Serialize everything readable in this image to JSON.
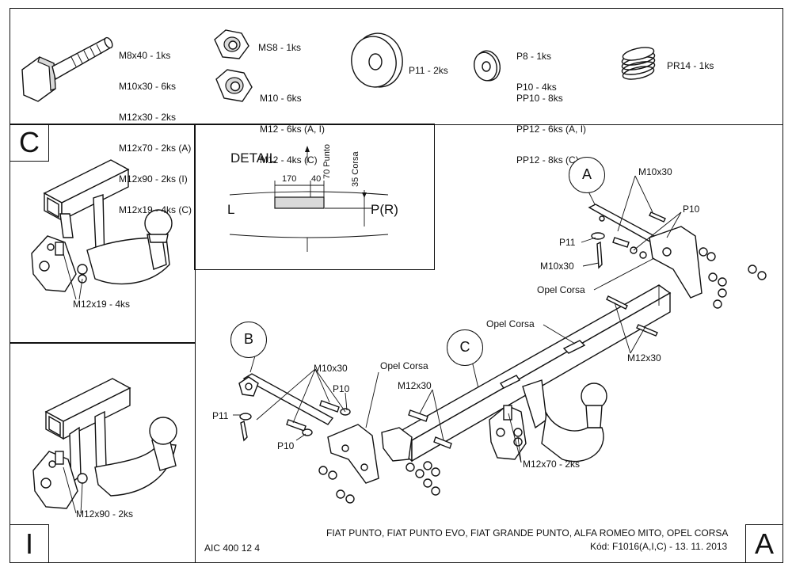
{
  "parts": {
    "bolt_lines": [
      "M8x40 - 1ks",
      "M10x30 - 6ks",
      "M12x30 - 2ks",
      "M12x70 - 2ks (A)",
      "M12x90 - 2ks (I)",
      "M12x19 - 4ks (C)"
    ],
    "nut_ms8": "MS8 - 1ks",
    "nut_lines": [
      "M10 - 6ks",
      "M12 - 6ks (A, I)",
      "M12 - 4ks (C)"
    ],
    "washer_p11": "P11 - 2ks",
    "washer_p_lines": [
      "P8 - 1ks",
      "P10 - 4ks"
    ],
    "washer_pp_lines": [
      "PP10 - 8ks",
      "PP12 - 6ks (A, I)",
      "PP12 - 8ks (C)"
    ],
    "spring": "PR14 - 1ks"
  },
  "variants": {
    "c_letter": "C",
    "c_bolt": "M12x19 - 4ks",
    "i_letter": "I",
    "i_bolt": "M12x90 - 2ks"
  },
  "detail": {
    "title": "DETAIL",
    "dim_170": "170",
    "dim_40": "40",
    "vert_1": "70 Punto",
    "vert_2": "35 Corsa",
    "left": "L",
    "right": "P(R)"
  },
  "main": {
    "callout_a": "A",
    "callout_b": "B",
    "callout_c": "C",
    "a_m10x30_top": "M10x30",
    "a_p10": "P10",
    "a_p11": "P11",
    "a_m10x30_low": "M10x30",
    "opel_corsa_1": "Opel Corsa",
    "opel_corsa_2": "Opel Corsa",
    "m12x30_right": "M12x30",
    "b_m10x30": "M10x30",
    "opel_corsa_3": "Opel Corsa",
    "b_p10_top": "P10",
    "b_m12x30": "M12x30",
    "b_p11": "P11",
    "b_p10_low": "P10",
    "m12x70": "M12x70 - 2ks"
  },
  "footer": {
    "code": "AIC 400 12 4",
    "cars": "FIAT PUNTO, FIAT PUNTO EVO, FIAT GRANDE PUNTO, ALFA ROMEO MITO, OPEL CORSA",
    "kod": "Kód: F1016(A,I,C) - 13. 11. 2013",
    "corner": "A"
  }
}
